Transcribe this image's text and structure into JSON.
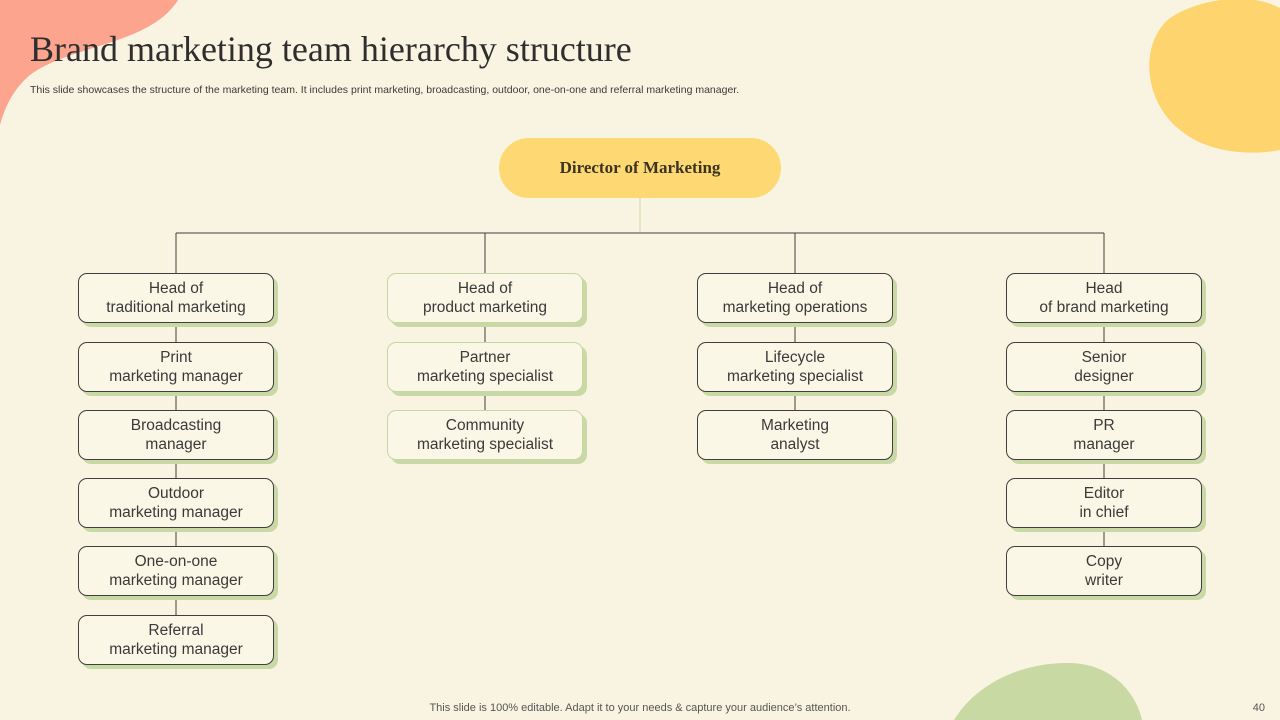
{
  "slide": {
    "title": "Brand marketing team hierarchy structure",
    "subtitle": "This slide showcases the structure of the marketing team. It includes print marketing, broadcasting, outdoor, one-on-one and referral marketing manager.",
    "footer_note": "This slide is 100% editable. Adapt it to your needs & capture your audience’s attention.",
    "page_number": "40"
  },
  "colors": {
    "background": "#f9f4e1",
    "director_fill": "#fed873",
    "shadow_green": "#c8d9a5",
    "decor_coral": "#fca48e",
    "decor_yellow": "#fed46e",
    "decor_green": "#c9d9a3"
  },
  "org_chart": {
    "root": "Director of Marketing",
    "columns": [
      {
        "head": [
          "Head of",
          "traditional marketing"
        ],
        "members": [
          [
            "Print",
            "marketing manager"
          ],
          [
            "Broadcasting",
            "manager"
          ],
          [
            "Outdoor",
            "marketing manager"
          ],
          [
            "One-on-one",
            "marketing manager"
          ],
          [
            "Referral",
            "marketing manager"
          ]
        ]
      },
      {
        "head": [
          "Head of",
          "product marketing"
        ],
        "members": [
          [
            "Partner",
            "marketing specialist"
          ],
          [
            "Community",
            "marketing specialist"
          ]
        ]
      },
      {
        "head": [
          "Head of",
          "marketing operations"
        ],
        "members": [
          [
            "Lifecycle",
            "marketing specialist"
          ],
          [
            "Marketing",
            "analyst"
          ]
        ]
      },
      {
        "head": [
          "Head",
          "of brand marketing"
        ],
        "members": [
          [
            "Senior",
            "designer"
          ],
          [
            "PR",
            "manager"
          ],
          [
            "Editor",
            "in chief"
          ],
          [
            "Copy",
            "writer"
          ]
        ]
      }
    ]
  }
}
